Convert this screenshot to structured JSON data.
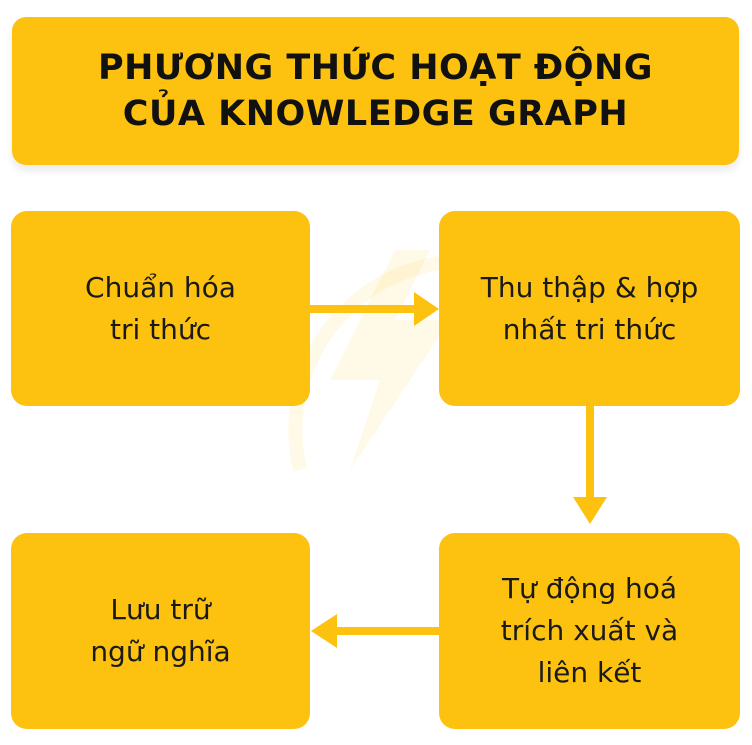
{
  "title": {
    "line1": "PHƯƠNG THỨC HOẠT ĐỘNG",
    "line2": "CỦA KNOWLEDGE GRAPH"
  },
  "nodes": [
    {
      "lines": [
        "Chuẩn hóa",
        "tri thức"
      ]
    },
    {
      "lines": [
        "Thu thập & hợp",
        "nhất tri thức"
      ]
    },
    {
      "lines": [
        "Tự động hoá",
        "trích xuất và",
        "liên kết"
      ]
    },
    {
      "lines": [
        "Lưu trữ",
        "ngữ nghĩa"
      ]
    }
  ],
  "colors": {
    "box": "#fdc20f",
    "arrow": "#fdc20f",
    "text": "#1a1a1a",
    "title_text": "#111111"
  }
}
